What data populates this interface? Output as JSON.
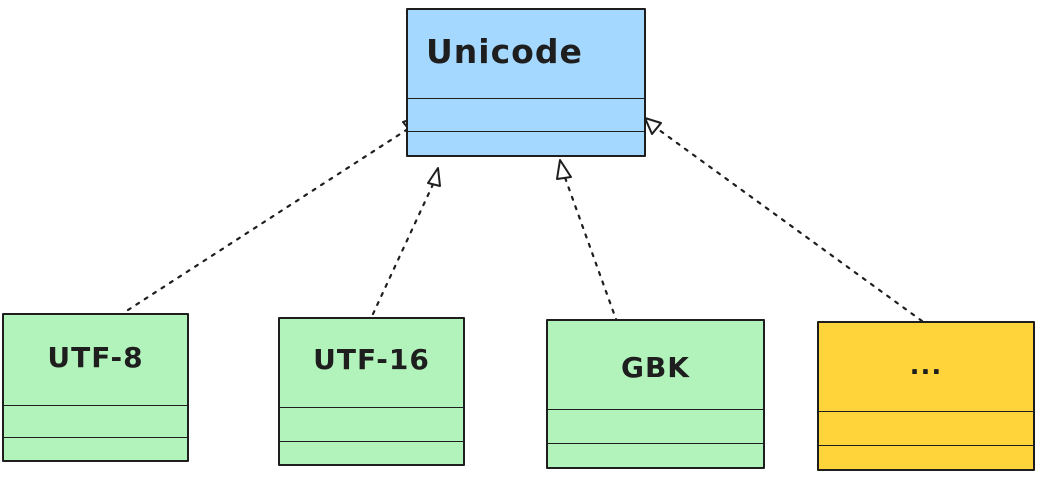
{
  "diagram": {
    "parent": {
      "label": "Unicode",
      "fill": "#a5d8ff"
    },
    "children": [
      {
        "label": "UTF-8",
        "fill": "#b2f2bb"
      },
      {
        "label": "UTF-16",
        "fill": "#b2f2bb"
      },
      {
        "label": "GBK",
        "fill": "#b2f2bb"
      },
      {
        "label": "...",
        "fill": "#ffd43b"
      }
    ],
    "relation": "dashed-arrow-to-parent",
    "stroke_color": "#1e1e1e"
  }
}
